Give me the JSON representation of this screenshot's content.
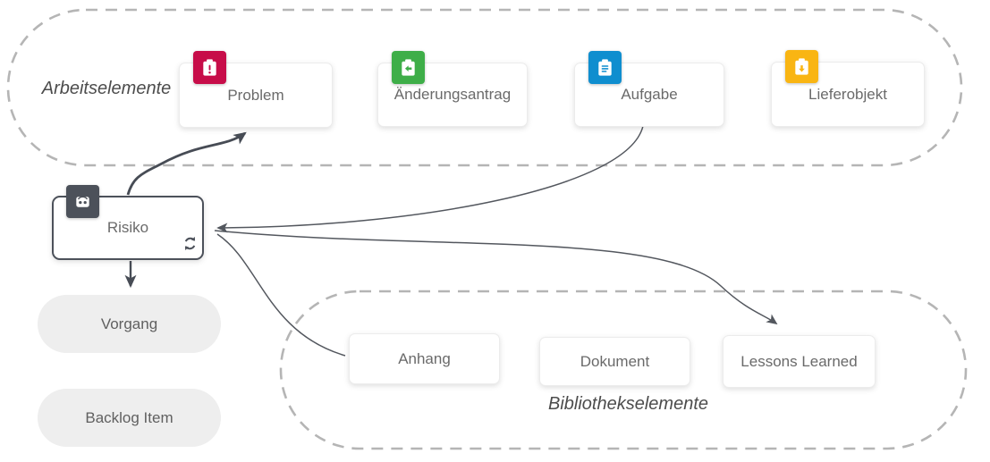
{
  "diagram": {
    "groups": {
      "work": {
        "label": "Arbeitselemente"
      },
      "library": {
        "label": "Bibliothekselemente"
      }
    },
    "nodes": {
      "problem": {
        "label": "Problem",
        "icon": "clipboard-exclamation-icon",
        "icon_color": "#c70d49"
      },
      "aenderungsantrag": {
        "label": "Änderungsantrag",
        "icon": "clipboard-arrow-left-icon",
        "icon_color": "#3eae48"
      },
      "aufgabe": {
        "label": "Aufgabe",
        "icon": "clipboard-list-icon",
        "icon_color": "#0f8ecf"
      },
      "lieferobjekt": {
        "label": "Lieferobjekt",
        "icon": "clipboard-arrow-down-icon",
        "icon_color": "#f9b513"
      },
      "risiko": {
        "label": "Risiko",
        "icon": "risk-mask-icon",
        "icon_color": "#4c515a",
        "corner_icon": "sync-icon"
      },
      "vorgang": {
        "label": "Vorgang"
      },
      "backlog_item": {
        "label": "Backlog Item"
      },
      "anhang": {
        "label": "Anhang"
      },
      "dokument": {
        "label": "Dokument"
      },
      "lessons_learned": {
        "label": "Lessons Learned"
      }
    },
    "edges": [
      {
        "from": "risiko",
        "to": "problem",
        "arrowhead": "at-problem"
      },
      {
        "from": "aufgabe",
        "to": "risiko",
        "arrowhead": "at-risiko"
      },
      {
        "from": "risiko",
        "to": "lessons_learned",
        "arrowhead": "at-lessons-learned"
      },
      {
        "from": "risiko",
        "to": "anhang",
        "arrowhead": "none"
      },
      {
        "from": "risiko",
        "to": "vorgang",
        "arrowhead": "at-vorgang"
      }
    ],
    "colors": {
      "problem_icon": "#c70d49",
      "change_request_icon": "#3eae48",
      "task_icon": "#0f8ecf",
      "deliverable_icon": "#f9b513",
      "risk_dark": "#4c515a",
      "arrow_dark": "#474c55",
      "dashed_border": "#b5b5b5",
      "pill_background": "#eeeeee",
      "card_background": "#ffffff"
    }
  }
}
